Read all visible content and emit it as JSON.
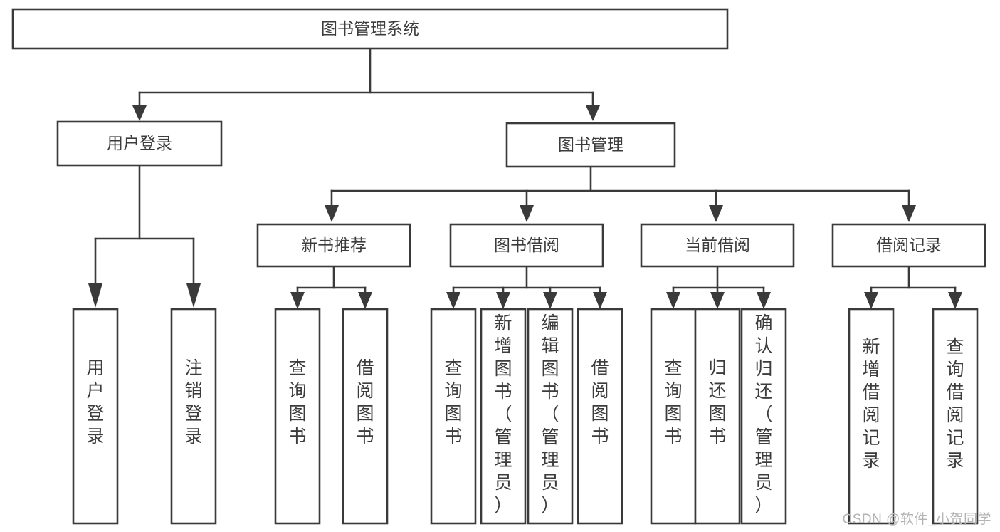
{
  "diagram": {
    "type": "tree",
    "title": "图书管理系统",
    "watermark": "CSDN @软件_小贺同学",
    "root": {
      "id": "root",
      "label": "图书管理系统"
    },
    "level2": [
      {
        "id": "user-login",
        "label": "用户登录"
      },
      {
        "id": "book-management",
        "label": "图书管理"
      }
    ],
    "level3": [
      {
        "id": "new-book-recommend",
        "label": "新书推荐"
      },
      {
        "id": "book-borrow",
        "label": "图书借阅"
      },
      {
        "id": "current-borrow",
        "label": "当前借阅"
      },
      {
        "id": "borrow-record",
        "label": "借阅记录"
      }
    ],
    "leaves": [
      {
        "id": "leaf-user-login",
        "label": "用户登录",
        "parent": "user-login"
      },
      {
        "id": "leaf-logout",
        "label": "注销登录",
        "parent": "user-login"
      },
      {
        "id": "leaf-query-book-1",
        "label": "查询图书",
        "parent": "new-book-recommend"
      },
      {
        "id": "leaf-borrow-book-1",
        "label": "借阅图书",
        "parent": "new-book-recommend"
      },
      {
        "id": "leaf-query-book-2",
        "label": "查询图书",
        "parent": "book-borrow"
      },
      {
        "id": "leaf-add-book",
        "label": "新增图书（管理员）",
        "parent": "book-borrow"
      },
      {
        "id": "leaf-edit-book",
        "label": "编辑图书（管理员）",
        "parent": "book-borrow"
      },
      {
        "id": "leaf-borrow-book-2",
        "label": "借阅图书",
        "parent": "book-borrow"
      },
      {
        "id": "leaf-query-book-3",
        "label": "查询图书",
        "parent": "current-borrow"
      },
      {
        "id": "leaf-return-book",
        "label": "归还图书",
        "parent": "current-borrow"
      },
      {
        "id": "leaf-confirm-return",
        "label": "确认归还（管理员）",
        "parent": "current-borrow"
      },
      {
        "id": "leaf-add-record",
        "label": "新增借阅记录",
        "parent": "borrow-record"
      },
      {
        "id": "leaf-query-record",
        "label": "查询借阅记录",
        "parent": "borrow-record"
      }
    ],
    "colors": {
      "stroke": "#3a3a3a",
      "fill": "#ffffff",
      "text": "#3c3c3c",
      "watermark": "#b4b4b4"
    }
  }
}
